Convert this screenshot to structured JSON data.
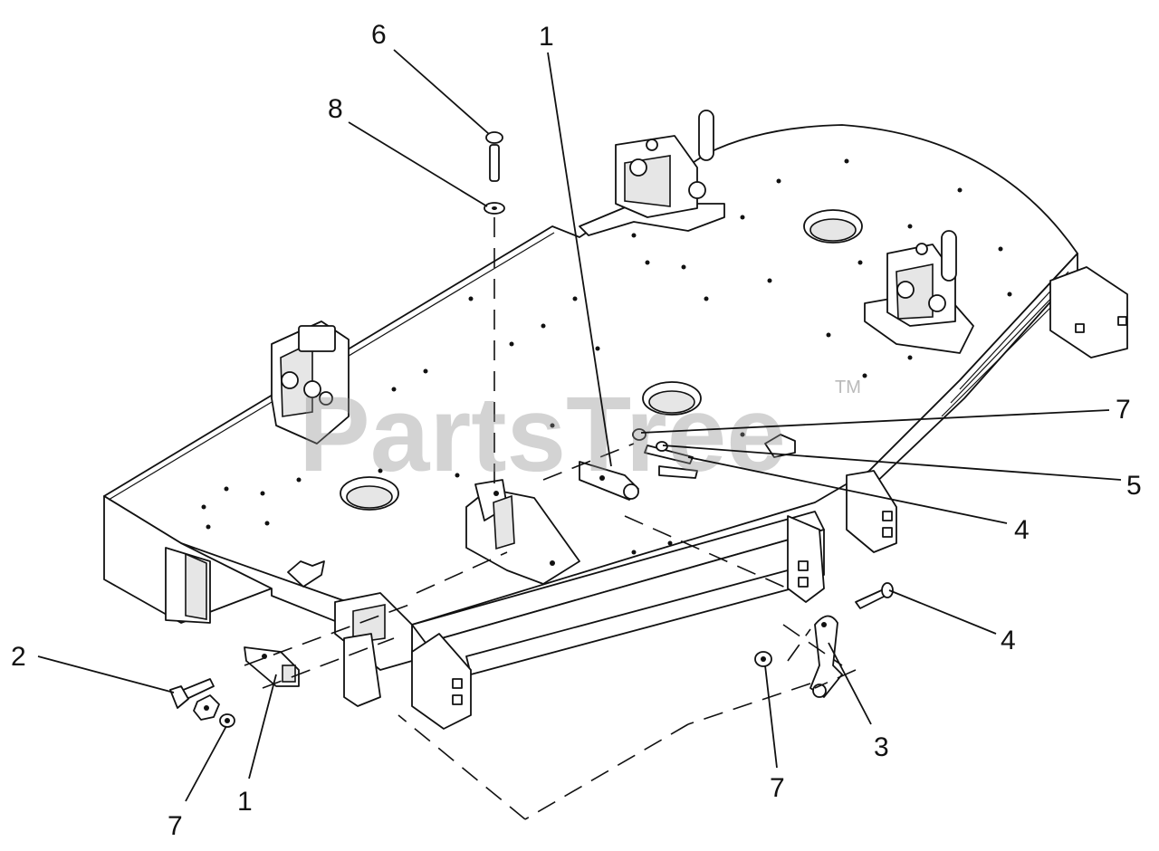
{
  "watermark": {
    "brand": "PartsTree",
    "trademark": "TM"
  },
  "callouts": [
    {
      "id": "c6",
      "label": "6"
    },
    {
      "id": "c8",
      "label": "8"
    },
    {
      "id": "c1-top",
      "label": "1"
    },
    {
      "id": "c7-right",
      "label": "7"
    },
    {
      "id": "c5",
      "label": "5"
    },
    {
      "id": "c4-upper",
      "label": "4"
    },
    {
      "id": "c4-lower",
      "label": "4"
    },
    {
      "id": "c3",
      "label": "3"
    },
    {
      "id": "c7-bottom",
      "label": "7"
    },
    {
      "id": "c2",
      "label": "2"
    },
    {
      "id": "c1-bottom",
      "label": "1"
    },
    {
      "id": "c7-left",
      "label": "7"
    }
  ]
}
